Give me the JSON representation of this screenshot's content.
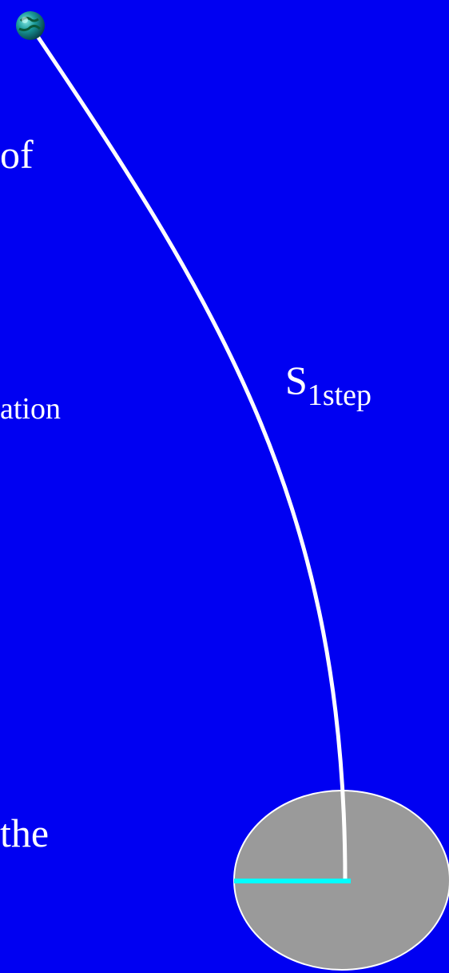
{
  "text_fragments": {
    "top": "of",
    "middle": "ation",
    "bottom": "the"
  },
  "path_label": {
    "main": "S",
    "subscript": "1step"
  },
  "icons": {
    "start_marker": "globe-icon"
  },
  "colors": {
    "background": "#0000f2",
    "path": "#ffffff",
    "ellipse_fill": "#9a9a9a",
    "ellipse_stroke": "#ffffff",
    "radius_line": "#00ffff",
    "text": "#ffffff"
  }
}
